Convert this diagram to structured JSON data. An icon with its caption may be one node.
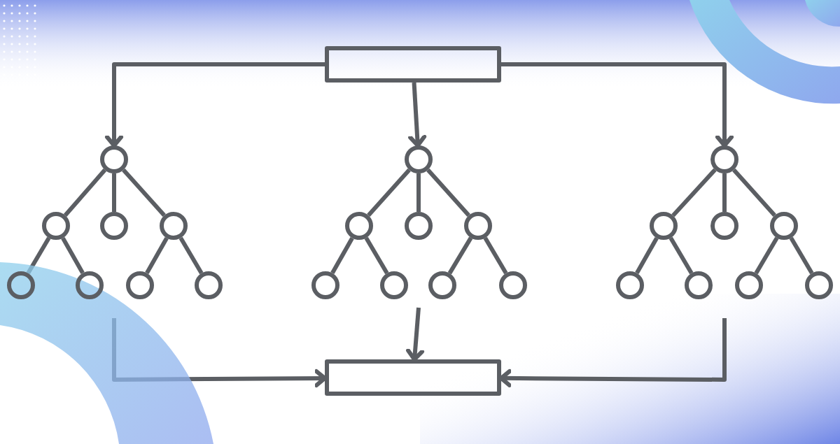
{
  "diagram": {
    "nodes": [
      {
        "text": [],
        "shape": "box"
      },
      {
        "text": [],
        "shape": "circle"
      },
      {
        "text": [],
        "shape": "circle"
      },
      {
        "text": [],
        "shape": "circle"
      },
      {
        "text": [],
        "shape": "circle"
      },
      {
        "text": [],
        "shape": "circle"
      },
      {
        "text": [],
        "shape": "circle"
      },
      {
        "text": [],
        "shape": "circle"
      },
      {
        "text": [],
        "shape": "circle"
      },
      {
        "text": [],
        "shape": "circle"
      },
      {
        "text": [],
        "shape": "circle"
      },
      {
        "text": [],
        "shape": "circle"
      },
      {
        "text": [],
        "shape": "circle"
      },
      {
        "text": [],
        "shape": "circle"
      },
      {
        "text": [],
        "shape": "circle"
      },
      {
        "text": [],
        "shape": "circle"
      },
      {
        "text": [],
        "shape": "circle"
      },
      {
        "text": [],
        "shape": "circle"
      },
      {
        "text": [],
        "shape": "circle"
      },
      {
        "text": [],
        "shape": "circle"
      },
      {
        "text": [],
        "shape": "circle"
      },
      {
        "text": [],
        "shape": "circle"
      },
      {
        "text": [],
        "shape": "circle"
      },
      {
        "text": [],
        "shape": "circle"
      },
      {
        "text": [],
        "shape": "circle"
      },
      {
        "text": [],
        "shape": "box"
      }
    ],
    "edges": [
      {
        "from": 0,
        "to": 1,
        "arrow": "to"
      },
      {
        "from": 0,
        "to": 9,
        "arrow": "to"
      },
      {
        "from": 0,
        "to": 17,
        "arrow": "to"
      },
      {
        "from": 1,
        "to": 2,
        "arrow": "none"
      },
      {
        "from": 1,
        "to": 3,
        "arrow": "none"
      },
      {
        "from": 1,
        "to": 4,
        "arrow": "none"
      },
      {
        "from": 2,
        "to": 5,
        "arrow": "none"
      },
      {
        "from": 2,
        "to": 6,
        "arrow": "none"
      },
      {
        "from": 4,
        "to": 7,
        "arrow": "none"
      },
      {
        "from": 4,
        "to": 8,
        "arrow": "none"
      },
      {
        "from": 9,
        "to": 10,
        "arrow": "none"
      },
      {
        "from": 9,
        "to": 11,
        "arrow": "none"
      },
      {
        "from": 9,
        "to": 12,
        "arrow": "none"
      },
      {
        "from": 10,
        "to": 13,
        "arrow": "none"
      },
      {
        "from": 10,
        "to": 14,
        "arrow": "none"
      },
      {
        "from": 12,
        "to": 15,
        "arrow": "none"
      },
      {
        "from": 12,
        "to": 16,
        "arrow": "none"
      },
      {
        "from": 17,
        "to": 18,
        "arrow": "none"
      },
      {
        "from": 17,
        "to": 19,
        "arrow": "none"
      },
      {
        "from": 17,
        "to": 20,
        "arrow": "none"
      },
      {
        "from": 18,
        "to": 21,
        "arrow": "none"
      },
      {
        "from": 18,
        "to": 22,
        "arrow": "none"
      },
      {
        "from": 20,
        "to": 23,
        "arrow": "none"
      },
      {
        "from": 20,
        "to": 24,
        "arrow": "none"
      },
      {
        "from": null,
        "to": 25,
        "arrow": "to"
      },
      {
        "from": null,
        "to": 25,
        "arrow": "to"
      },
      {
        "from": null,
        "to": 25,
        "arrow": "to"
      }
    ]
  }
}
